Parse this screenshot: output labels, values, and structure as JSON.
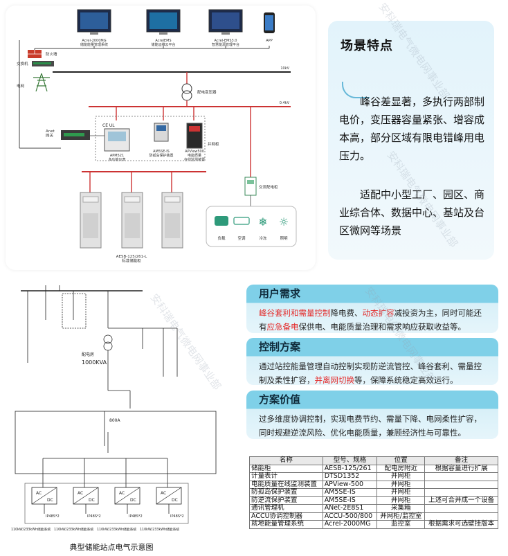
{
  "top_diagram": {
    "systems": [
      {
        "label": "Acrel-2000MG\n储能能量管理系统"
      },
      {
        "label": "AcrelEMS\n储能运维云平台"
      },
      {
        "label": "Acrel-EMS3.0\n智慧能源管理平台"
      },
      {
        "label": "APP"
      }
    ],
    "firewall": "防火墙",
    "switch": "交换机",
    "grid": "电网",
    "voltage_10kv": "10kV",
    "transformer": "配电变压器",
    "voltage_04kv": "0.4kV",
    "gateway": "Anet\n网关",
    "cert_label": "CE UL",
    "devices": [
      {
        "label": "APM521\n多功能仪表"
      },
      {
        "label": "AM5SE-IS\n防孤岛保护装置"
      },
      {
        "label": "APView500\n电能质量\n在线监测装置"
      }
    ],
    "grid_tie": "并网柜",
    "ac_distribution": "交流配电柜",
    "loads": [
      {
        "label": "负载"
      },
      {
        "label": "空调"
      },
      {
        "label": "冷冻"
      },
      {
        "label": "照明"
      }
    ],
    "storage_label": "AESB-125/261-L\n标准储能柜"
  },
  "scene": {
    "title": "场景特点",
    "p1": "峰谷差显著，多执行两部制电价，变压器容量紧张、增容成本高，部分区域有限电错峰用电压力。",
    "p2": "适配中小型工厂、园区、商业综合体、数据中心、基站及台区微网等场景"
  },
  "bottom_diagram": {
    "transformer_label": "配电房",
    "transformer_capacity": "1000KVA",
    "breaker": "800A",
    "pcs_ac": "AC",
    "pcs_dc": "DC",
    "battery_label": "IP48S*2",
    "bottom_labels": [
      "110kW/233kWh储能系统",
      "110kW/233kWh储能系统",
      "110kW/233kWh储能系统",
      "110kW/233kWh储能系统"
    ],
    "caption": "典型储能站点电气示意图"
  },
  "cards": {
    "needs": {
      "title": "用户需求",
      "s1": "峰谷套利和需量控制",
      "s2": "降电费、",
      "s3": "动态扩容",
      "s4": "减投资为主，同时可能还有",
      "s5": "应急备电",
      "s6": "保供电、电能质量治理和需求响应获取收益等。"
    },
    "control": {
      "title": "控制方案",
      "s1": "通过站控能量管理自动控制实现防逆流管控、峰谷套利、需量控制及柔性扩容，",
      "s2": "并离网切换",
      "s3": "等，保障系统稳定高效运行。"
    },
    "value": {
      "title": "方案价值",
      "body": "过多维度协调控制，实现电费节约、需量下降、电网柔性扩容，同时规避逆流风险、优化电能质量，兼顾经济性与可靠性。"
    }
  },
  "table": {
    "headers": [
      "名称",
      "型号、规格",
      "位置",
      "备注"
    ],
    "rows": [
      [
        "储能柜",
        "AESB-125/261",
        "配电房附近",
        "根据容量进行扩展"
      ],
      [
        "计量表计",
        "DTSD1352",
        "并网柜",
        ""
      ],
      [
        "电能质量在线监测装置",
        "APView-500",
        "并网柜",
        ""
      ],
      [
        "防孤岛保护装置",
        "AM5SE-IS",
        "并网柜",
        ""
      ],
      [
        "防逆流保护装置",
        "AM5SE-IS",
        "并网柜",
        "上述可合并成一个设备"
      ],
      [
        "通讯管理机",
        "ANet-2E8S1",
        "采集箱",
        ""
      ],
      [
        "ACCU协调控制器",
        "ACCU-500/800",
        "并网柜/监控室",
        ""
      ],
      [
        "就地能量管理系统",
        "Acrel-2000MG",
        "监控室",
        "根据需求可选壁挂版本"
      ]
    ]
  },
  "watermark": "安科瑞电气微电网事业部"
}
